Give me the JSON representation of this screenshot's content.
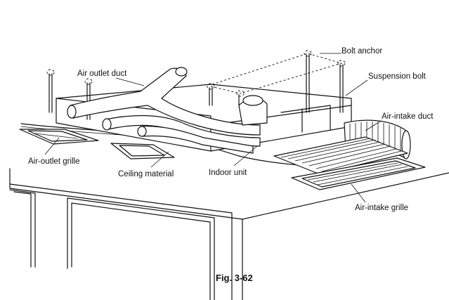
{
  "labels": {
    "air_outlet_duct": "Air outlet duct",
    "bolt_anchor": "Bolt anchor",
    "suspension_bolt": "Suspension bolt",
    "air_intake_duct": "Air-intake duct",
    "air_outlet_grille": "Air-outlet grille",
    "ceiling_material": "Ceiling material",
    "indoor_unit": "Indoor unit",
    "air_intake_grille": "Air-intake grille"
  },
  "caption": "Fig. 3-62"
}
